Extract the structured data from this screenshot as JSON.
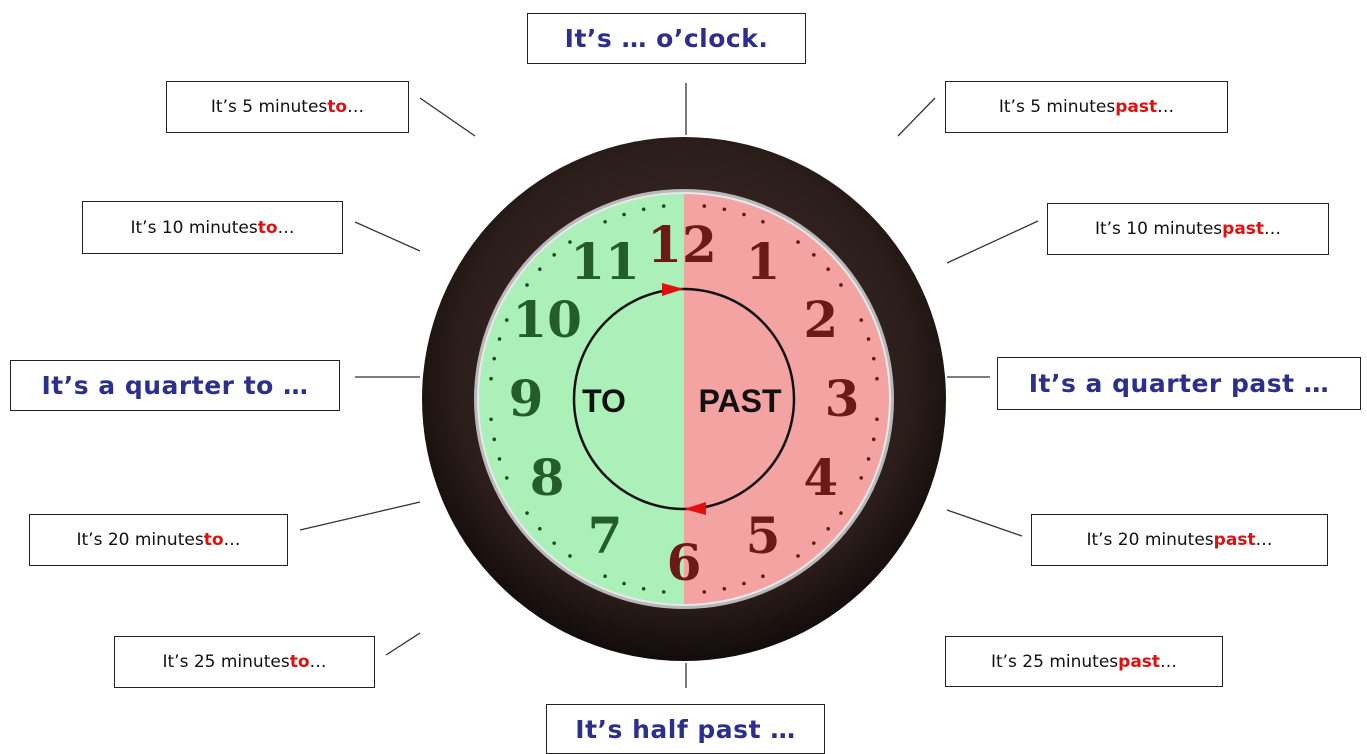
{
  "labels": {
    "oclock": "It’s … o’clock.",
    "past5": {
      "pre": "It’s 5 minutes ",
      "hl": "past",
      "post": " …"
    },
    "past10": {
      "pre": "It’s 10 minutes ",
      "hl": "past",
      "post": " …"
    },
    "quarter_past": "It’s a quarter past …",
    "past20": {
      "pre": "It’s 20 minutes ",
      "hl": "past",
      "post": " …"
    },
    "past25": {
      "pre": "It’s 25 minutes ",
      "hl": "past",
      "post": " …"
    },
    "half_past": "It’s half past …",
    "to25": {
      "pre": "It’s 25 minutes ",
      "hl": "to",
      "post": " …"
    },
    "to20": {
      "pre": "It’s 20 minutes ",
      "hl": "to",
      "post": " …"
    },
    "quarter_to": "It’s a quarter to …",
    "to10": {
      "pre": "It’s 10 minutes ",
      "hl": "to",
      "post": " …"
    },
    "to5": {
      "pre": "It’s 5 minutes ",
      "hl": "to",
      "post": " …"
    }
  },
  "clock": {
    "numerals": [
      "12",
      "1",
      "2",
      "3",
      "4",
      "5",
      "6",
      "7",
      "8",
      "9",
      "10",
      "11"
    ],
    "to_label": "TO",
    "past_label": "PAST"
  },
  "colors": {
    "title_blue": "#2c2f8c",
    "highlight_red": "#e01010",
    "to_green": "#aaf0b8",
    "past_pink": "#f4a3a3",
    "numeral_green": "#255c2c",
    "numeral_red": "#6b1a17",
    "rim": "#2a1d1a"
  }
}
